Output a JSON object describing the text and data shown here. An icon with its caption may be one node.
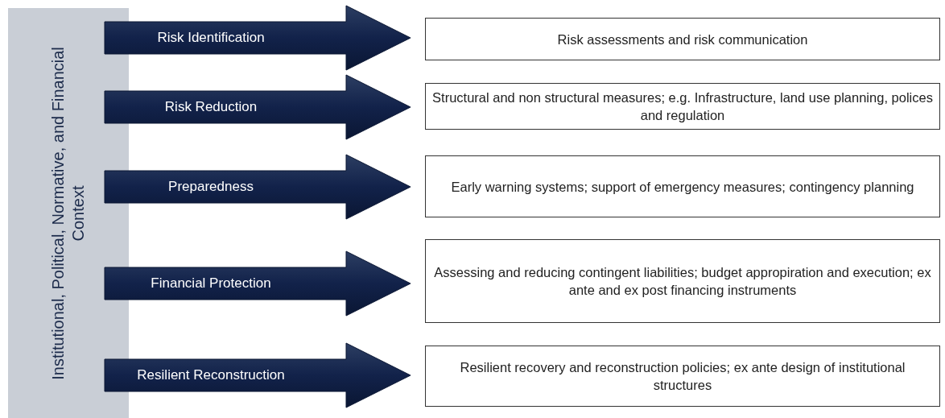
{
  "diagram": {
    "nodes": [
      {
        "text": [
          "Institutional, Political, Normative, and Financial Context"
        ]
      },
      {
        "text": [
          "Risk Identification"
        ]
      },
      {
        "text": [
          "Risk assessments and risk communication"
        ]
      },
      {
        "text": [
          "Risk Reduction"
        ]
      },
      {
        "text": [
          "Structural and non structural measures; e.g. Infrastructure, land use planning, polices and regulation"
        ]
      },
      {
        "text": [
          "Preparedness"
        ]
      },
      {
        "text": [
          "Early warning systems; support of emergency measures; contingency planning"
        ]
      },
      {
        "text": [
          "Financial Protection"
        ]
      },
      {
        "text": [
          "Assessing and reducing contingent liabilities; budget appropiration and execution; ex ante and ex post financing instruments"
        ]
      },
      {
        "text": [
          "Resilient Reconstruction"
        ]
      },
      {
        "text": [
          "Resilient recovery and reconstruction policies; ex ante design of institutional structures"
        ]
      }
    ]
  }
}
